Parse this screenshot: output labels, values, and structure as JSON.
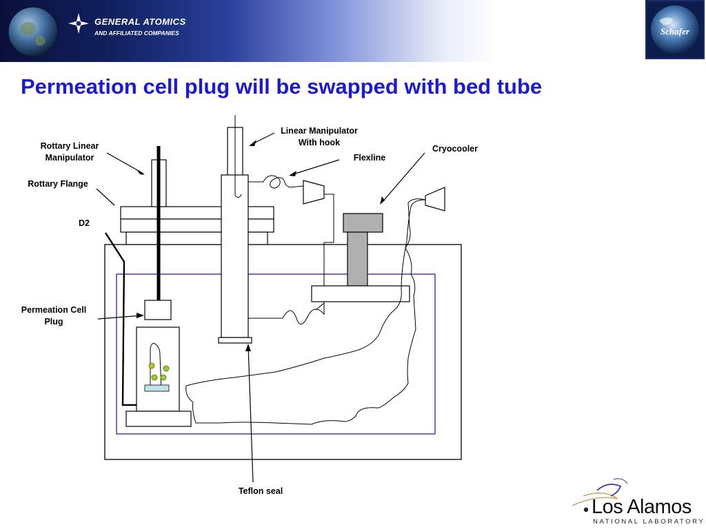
{
  "header": {
    "company_name": "GENERAL ATOMICS",
    "company_sub": "AND AFFILIATED COMPANIES",
    "right_badge_text": "Schafer"
  },
  "slide": {
    "title": "Permeation cell plug will be swapped with bed tube"
  },
  "diagram": {
    "labels": {
      "linear_manipulator_line1": "Linear Manipulator",
      "linear_manipulator_line2": "With hook",
      "rotary_linear_line1": "Rottary Linear",
      "rotary_linear_line2": "Manipulator",
      "flexline": "Flexline",
      "cryocooler": "Cryocooler",
      "rotary_flange": "Rottary Flange",
      "d2": "D2",
      "permeation_line1": "Permeation Cell",
      "permeation_line2": "Plug",
      "teflon_seal": "Teflon seal"
    }
  },
  "footer": {
    "lab_name": "Los Alamos",
    "lab_sub": "NATIONAL LABORATORY"
  },
  "colors": {
    "title": "#1a1ad6",
    "inner_chamber_border": "#2222aa",
    "cryo_block": "#b0b0b0",
    "pellets": "#9ccc2a",
    "plate": "#bfe3e8"
  }
}
